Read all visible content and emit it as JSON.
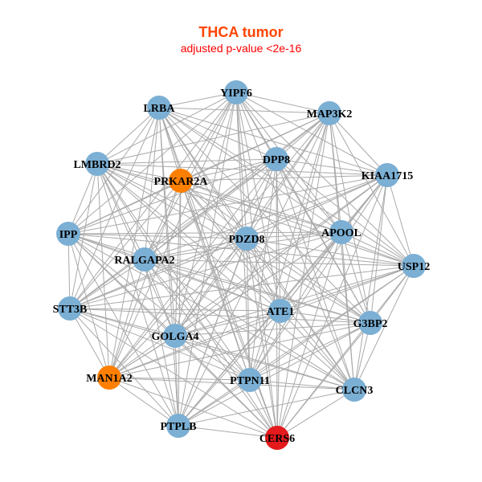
{
  "title": "THCA tumor",
  "subtitle": "adjusted p-value <2e-16",
  "colors": {
    "default": "#7BAFD4",
    "highlight": "#FF7F00",
    "target": "#E41A1C",
    "edge": "#AAAAAA"
  },
  "nodes": [
    {
      "name": "YIPF6",
      "type": "default"
    },
    {
      "name": "LRBA",
      "type": "default"
    },
    {
      "name": "MAP3K2",
      "type": "default"
    },
    {
      "name": "LMBRD2",
      "type": "default"
    },
    {
      "name": "DPP8",
      "type": "default"
    },
    {
      "name": "PRKAR2A",
      "type": "highlight"
    },
    {
      "name": "KIAA1715",
      "type": "default"
    },
    {
      "name": "IPP",
      "type": "default"
    },
    {
      "name": "APOOL",
      "type": "default"
    },
    {
      "name": "PDZD8",
      "type": "default"
    },
    {
      "name": "RALGAPA2",
      "type": "default"
    },
    {
      "name": "USP12",
      "type": "default"
    },
    {
      "name": "STT3B",
      "type": "default"
    },
    {
      "name": "ATE1",
      "type": "default"
    },
    {
      "name": "G3BP2",
      "type": "default"
    },
    {
      "name": "GOLGA4",
      "type": "default"
    },
    {
      "name": "MAN1A2",
      "type": "highlight"
    },
    {
      "name": "PTPN11",
      "type": "default"
    },
    {
      "name": "CLCN3",
      "type": "default"
    },
    {
      "name": "PTPLB",
      "type": "default"
    },
    {
      "name": "CERS6",
      "type": "target"
    }
  ],
  "edges_mode": "all-pairs"
}
